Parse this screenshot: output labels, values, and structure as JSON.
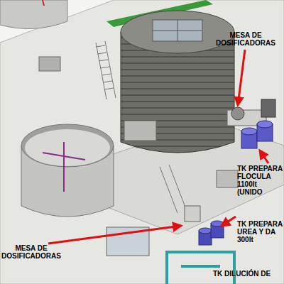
{
  "diagram": {
    "labels": [
      "MESA DE DOSIFICADORAS",
      "TK PREPARA FLOCULA 1100lt (UNIDO",
      "TK PREPARA UREA Y DA 300lt",
      "MESA DE DOSIFICADORAS",
      "TK DILUCIÓN DE"
    ]
  }
}
